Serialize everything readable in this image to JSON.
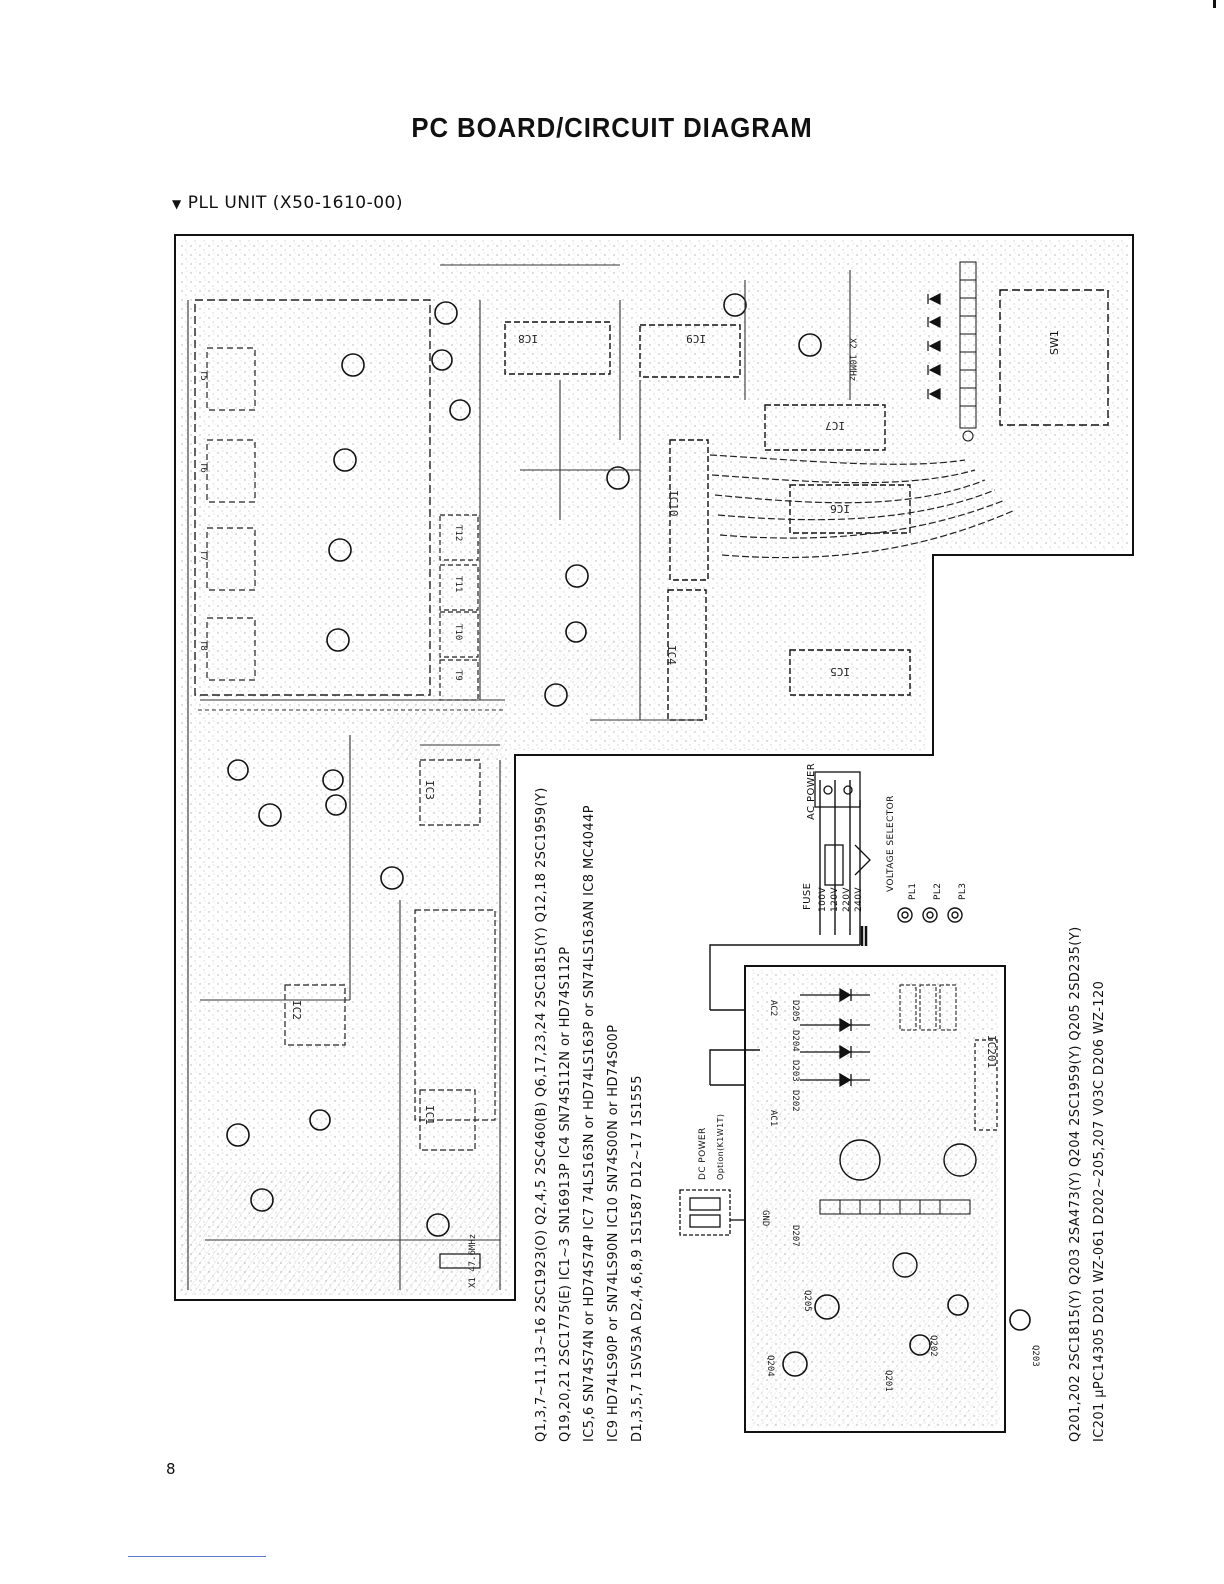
{
  "header": {
    "title": "PC BOARD/CIRCUIT DIAGRAM",
    "subtitle_marker": "▼",
    "subtitle": "PLL UNIT (X50-1610-00)"
  },
  "page_number": "8",
  "pll_parts_list": [
    "Q1,3,7~11,13~16 2SC1923(O)   Q2,4,5 2SC460(B)   Q6,17,23,24 2SC1815(Y)   Q12,18 2SC1959(Y)",
    "Q19,20,21 2SC1775(E)   IC1~3 SN16913P   IC4 SN74S112N or HD74S112P",
    "IC5,6 SN74S74N or HD74S74P   IC7 74LS163N or HD74LS163P or SN74LS163AN   IC8 MC4044P",
    "IC9 HD74LS90P or SN74LS90N   IC10 SN74S00N or HD74S00P",
    "D1,3,5,7 1SV53A   D2,4,6,8,9 1S1587   D12~17 1S1555"
  ],
  "power_parts_list": [
    "Q201,202 2SC1815(Y)   Q203 2SA473(Y)   Q204 2SC1959(Y)   Q205 2SD235(Y)",
    "IC201 μPC14305   D201 WZ-061   D202~205,207 V03C   D206 WZ-120"
  ],
  "switch": {
    "label": "SW1"
  },
  "ac_power": {
    "label": "AC POWER",
    "fuse_label": "FUSE",
    "voltage_selector_label": "VOLTAGE SELECTOR",
    "voltages": [
      "100V",
      "120V",
      "220V",
      "240V"
    ],
    "pilot_lamps": [
      "PL1",
      "PL2",
      "PL3"
    ]
  },
  "dc_power": {
    "label": "DC POWER",
    "option_label": "Option(K1W1T)"
  },
  "labels": {
    "ic": [
      "IC1",
      "IC2",
      "IC3",
      "IC4",
      "IC5",
      "IC6",
      "IC7",
      "IC8",
      "IC9",
      "IC10",
      "IC201"
    ],
    "transformers": [
      "T5",
      "T6",
      "T7",
      "T8",
      "T9",
      "T10",
      "T11",
      "T12"
    ],
    "misc": [
      "AC1",
      "AC2",
      "GND",
      "D202",
      "D203",
      "D204",
      "D205",
      "D207",
      "Q201",
      "Q202",
      "Q203",
      "Q204",
      "Q205",
      "X1 47.6MHz",
      "X2 10MHz"
    ]
  }
}
